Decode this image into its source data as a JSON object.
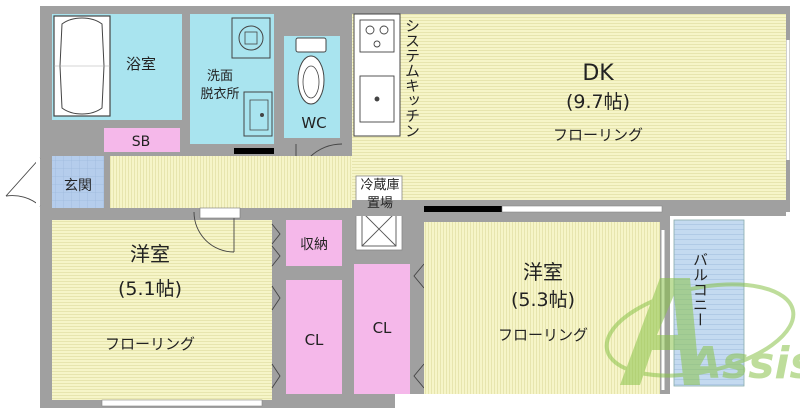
{
  "floorplan": {
    "rooms": {
      "bath": "浴室",
      "washroom_line1": "洗面",
      "washroom_line2": "脱衣所",
      "wc": "WC",
      "system_kitchen": "システムキッチン",
      "dk_name": "DK",
      "dk_size": "(9.7帖)",
      "dk_floor": "フローリング",
      "sb": "SB",
      "entrance": "玄関",
      "fridge_line1": "冷蔵庫",
      "fridge_line2": "置場",
      "storage": "収納",
      "western1_name": "洋室",
      "western1_size": "(5.1帖)",
      "western1_floor": "フローリング",
      "closet1": "CL",
      "closet2": "CL",
      "western2_name": "洋室",
      "western2_size": "(5.3帖)",
      "western2_floor": "フローリング",
      "balcony": "バルコニー"
    },
    "logo": "Assist",
    "colors": {
      "wall": "#9a9a9a",
      "floor": "#f6f5c8",
      "floor_line": "#e3e1a4",
      "wet": "#a9e4ef",
      "closet": "#f5b8ea",
      "entrance": "#b5cdec",
      "balcony": "#bfd6ee",
      "logo": "#8ac34a"
    }
  }
}
